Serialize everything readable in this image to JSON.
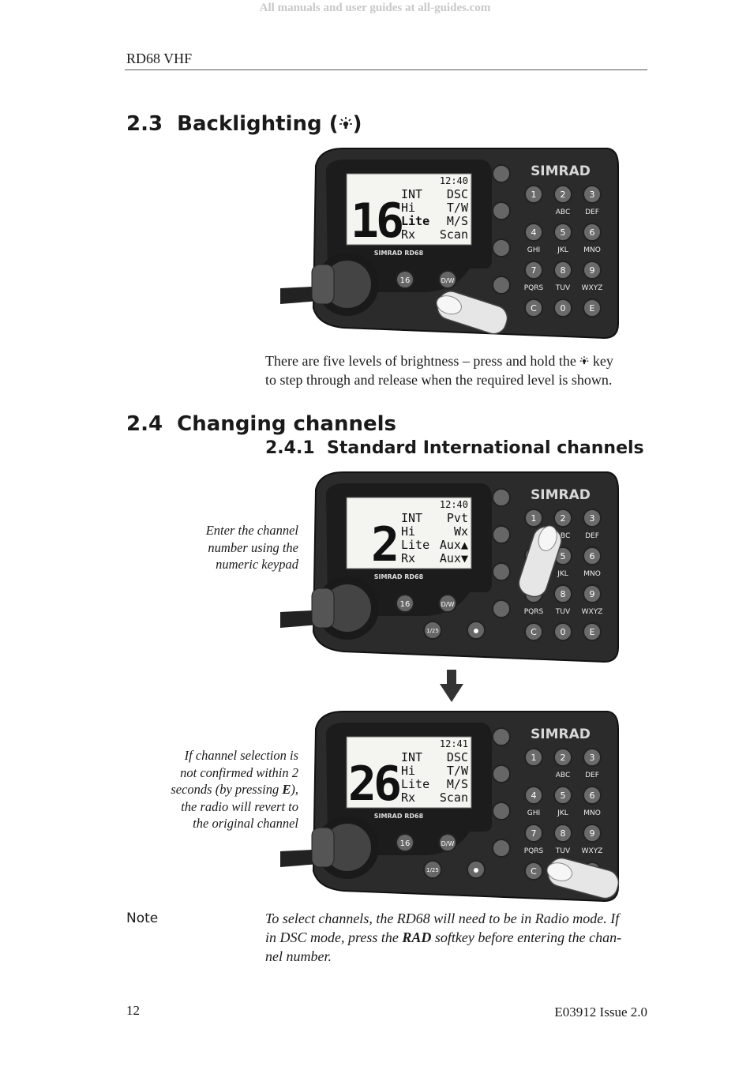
{
  "watermark": "All manuals and user guides at all-guides.com",
  "running_head": "RD68 VHF",
  "section_backlight": {
    "number": "2.3",
    "title": "Backlighting (",
    "title_close": ")",
    "icon": "backlight-icon",
    "text_part1": "There are five levels of brightness – press and hold the",
    "text_part2": "key",
    "text_line2": "to step through and release when the required level is shown."
  },
  "section_channels": {
    "number": "2.4",
    "title": "Changing channels",
    "sub_number": "2.4.1",
    "sub_title": "Standard International channels",
    "caption1": [
      "Enter the channel",
      "number using the",
      "numeric keypad"
    ],
    "caption2_l1": "If channel selection is",
    "caption2_l2": "not confirmed within 2",
    "caption2_l3a": "seconds (by pressing ",
    "caption2_l3b": "E",
    "caption2_l3c": "),",
    "caption2_l4": "the radio will revert to",
    "caption2_l5": "the original channel"
  },
  "note": {
    "label": "Note",
    "l1": "To select channels, the RD68 will need to be in Radio mode. If",
    "l2a": "in DSC mode, press the ",
    "l2b": "RAD",
    "l2c": " softkey before entering the chan-",
    "l3": "nel number."
  },
  "radio": {
    "brand": "SIMRAD",
    "model": "SIMRAD RD68",
    "key_16": "16",
    "key_dw": "D/W",
    "key_125": "1/25",
    "keypad": [
      {
        "d": "1",
        "l": ""
      },
      {
        "d": "2",
        "l": "ABC"
      },
      {
        "d": "3",
        "l": "DEF"
      },
      {
        "d": "4",
        "l": "GHI"
      },
      {
        "d": "5",
        "l": "JKL"
      },
      {
        "d": "6",
        "l": "MNO"
      },
      {
        "d": "7",
        "l": "PQRS"
      },
      {
        "d": "8",
        "l": "TUV"
      },
      {
        "d": "9",
        "l": "WXYZ"
      },
      {
        "d": "C",
        "l": ""
      },
      {
        "d": "0",
        "l": ""
      },
      {
        "d": "E",
        "l": ""
      }
    ]
  },
  "displays": [
    {
      "time": "12:40",
      "channel": "16",
      "rows": [
        [
          "INT",
          "DSC"
        ],
        [
          "Hi",
          "T/W"
        ],
        [
          "Lite",
          "M/S"
        ],
        [
          "Rx",
          "Scan"
        ]
      ]
    },
    {
      "time": "12:40",
      "channel": "2",
      "rows": [
        [
          "INT",
          "Pvt"
        ],
        [
          "Hi",
          "Wx"
        ],
        [
          "Lite",
          "Aux▲"
        ],
        [
          "Rx",
          "Aux▼"
        ]
      ]
    },
    {
      "time": "12:41",
      "channel": "26",
      "rows": [
        [
          "INT",
          "DSC"
        ],
        [
          "Hi",
          "T/W"
        ],
        [
          "Lite",
          "M/S"
        ],
        [
          "Rx",
          "Scan"
        ]
      ]
    }
  ],
  "footer": {
    "page": "12",
    "doc": "E03912  Issue 2.0"
  }
}
